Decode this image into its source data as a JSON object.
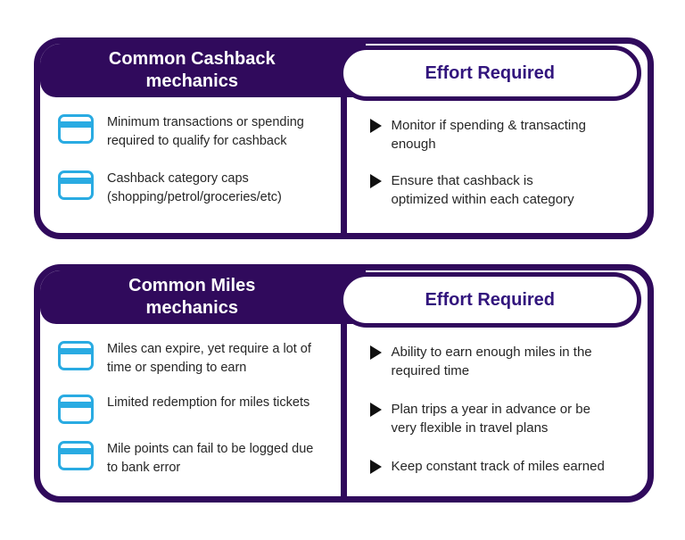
{
  "colors": {
    "purple": "#300a5c",
    "pill-text": "#32157d",
    "body-text": "#262626",
    "icon-blue": "#29abe2",
    "bullet": "#101010",
    "page-bg": "#ffffff"
  },
  "cards": [
    {
      "mechanics_title": {
        "line1": "Common Cashback",
        "line2": "mechanics"
      },
      "effort_title": "Effort Required",
      "mechanics": [
        {
          "lines": [
            "Minimum transactions or spending",
            "required to qualify for cashback"
          ]
        },
        {
          "lines": [
            "Cashback category caps",
            "(shopping/petrol/groceries/etc)"
          ]
        }
      ],
      "efforts": [
        {
          "lines": [
            "Monitor if spending & transacting",
            "enough"
          ]
        },
        {
          "lines": [
            "Ensure that cashback is",
            "optimized within each category"
          ]
        }
      ]
    },
    {
      "mechanics_title": {
        "line1": "Common Miles",
        "line2": "mechanics"
      },
      "effort_title": "Effort Required",
      "mechanics": [
        {
          "lines": [
            "Miles can expire, yet require a lot of",
            "time or spending to earn"
          ]
        },
        {
          "lines": [
            "Limited redemption for miles tickets"
          ]
        },
        {
          "lines": [
            "Mile points can fail to be logged due",
            "to bank error"
          ]
        }
      ],
      "efforts": [
        {
          "lines": [
            "Ability to earn enough miles in the",
            "required time"
          ]
        },
        {
          "lines": [
            "Plan trips a year in advance or be",
            "very flexible in travel plans"
          ]
        },
        {
          "lines": [
            "Keep constant track of miles earned"
          ]
        }
      ]
    }
  ]
}
